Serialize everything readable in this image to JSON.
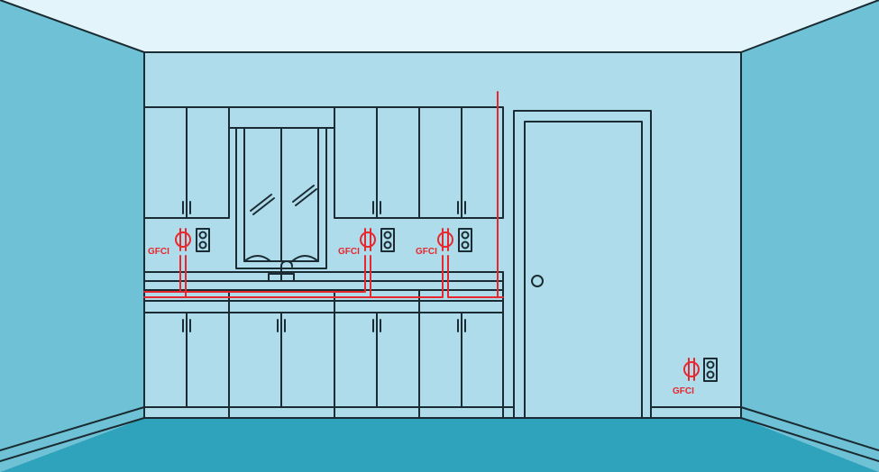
{
  "colors": {
    "ceiling": "#e3f4fb",
    "back_wall": "#aedcea",
    "side_wall": "#6fc1d6",
    "floor": "#2fa3bb",
    "line": "#1b2b33",
    "wire": "#e8262d",
    "outlet_face": "#ffffff"
  },
  "labels": {
    "gfci_1": "GFCI",
    "gfci_2": "GFCI",
    "gfci_3": "GFCI",
    "gfci_4": "GFCI"
  }
}
